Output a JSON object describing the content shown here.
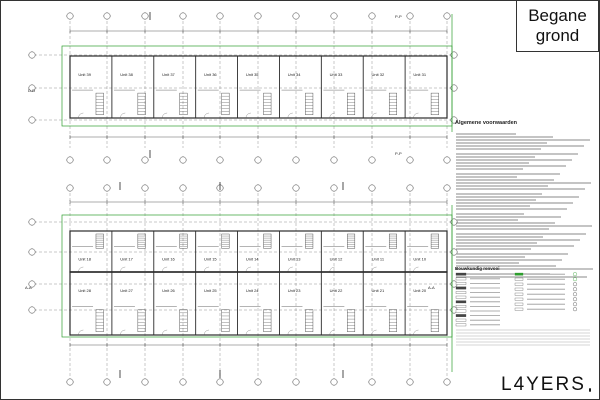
{
  "sheet_title": {
    "line1": "Begane",
    "line2": "grond"
  },
  "logo": {
    "text": "L4YERS"
  },
  "notes": {
    "title": "Algemene voorwaarden"
  },
  "legend": {
    "title": "Bouwkundig renvooi"
  },
  "grid": {
    "top_axis_label": "P-P",
    "side_label_left": "D-D",
    "side_label_left_bottom": "A-A"
  },
  "units_top": [
    "Unit 39",
    "Unit 38",
    "Unit 37",
    "Unit 36",
    "Unit 35",
    "Unit 34",
    "Unit 33",
    "Unit 32",
    "Unit 31"
  ],
  "units_bottom_upper": [
    "Unit 18",
    "Unit 17",
    "Unit 16",
    "Unit 15",
    "Unit 14",
    "Unit 13",
    "Unit 12",
    "Unit 11",
    "Unit 10"
  ],
  "units_bottom_lower": [
    "Unit 28",
    "Unit 27",
    "Unit 26",
    "Unit 25",
    "Unit 24",
    "Unit 23",
    "Unit 22",
    "Unit 21",
    "Unit 20"
  ],
  "colors": {
    "line": "#2b2b2b",
    "green": "#2e9e2e",
    "grid": "#777777"
  }
}
